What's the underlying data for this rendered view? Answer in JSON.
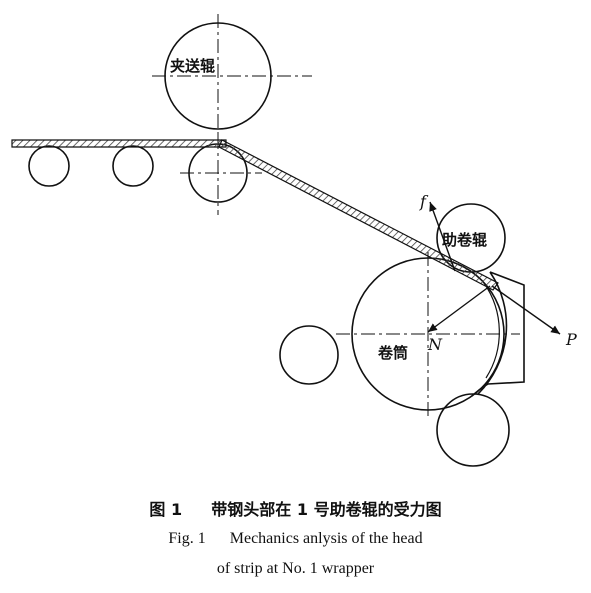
{
  "labels": {
    "pinch_roll": "夹送辊",
    "wrapper_roll": "助卷辊",
    "mandrel": "卷筒",
    "force_f": "f",
    "force_N": "N",
    "force_P": "P"
  },
  "caption": {
    "cn_number": "图 1",
    "cn_text": "带钢头部在 1 号助卷辊的受力图",
    "en_number": "Fig. 1",
    "en_line1": "Mechanics anlysis of the head",
    "en_line2": "of strip at No. 1 wrapper"
  },
  "colors": {
    "ink": "#111111",
    "hatch": "#444444",
    "background": "#ffffff"
  }
}
